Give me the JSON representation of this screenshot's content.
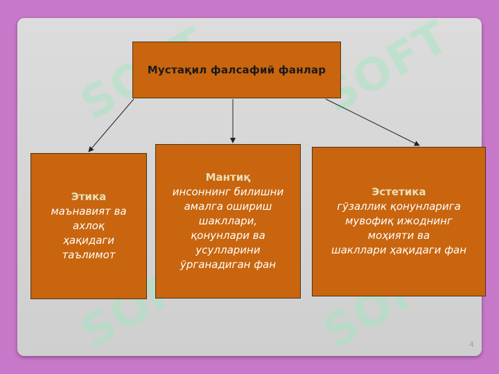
{
  "diagram": {
    "top": {
      "title": "Мустақил фалсафий фанлар"
    },
    "children": [
      {
        "heading": "Этика",
        "lines": [
          "маънавият ва",
          "ахлоқ",
          "ҳақидаги",
          "таълимот"
        ]
      },
      {
        "heading": "Мантиқ",
        "lines": [
          "инсоннинг билишни",
          "амалга ошириш",
          "шакллари,",
          "қонунлари ва",
          "усулларини",
          "ўрганадиган фан"
        ]
      },
      {
        "heading": "Эстетика",
        "lines": [
          "гўзаллик қонунларига",
          "мувофиқ ижоднинг",
          "моҳияти ва",
          "шакллари ҳақидаги фан"
        ]
      }
    ]
  },
  "watermark": "SOFT",
  "page_number": "4",
  "colors": {
    "background": "#c878c8",
    "slide": "#d6d6d6",
    "box": "#c8650e",
    "heading": "#e8e0b8"
  }
}
